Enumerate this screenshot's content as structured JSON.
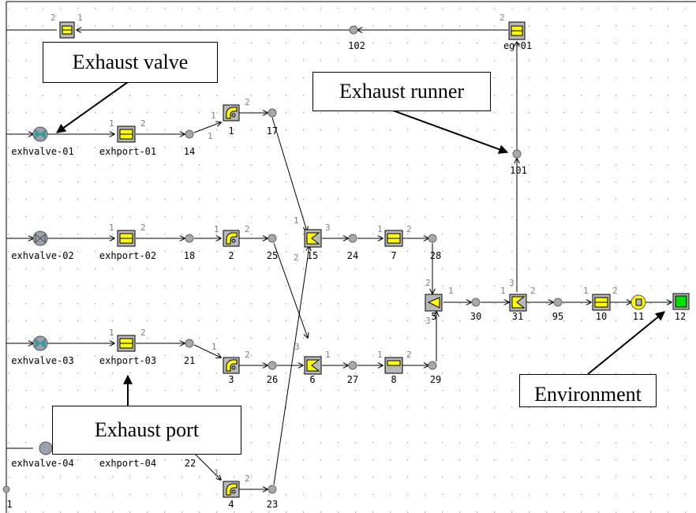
{
  "diagram": {
    "colors": {
      "background": "#ffffff",
      "grid_dot": "#9a9a9a",
      "component_yellow": "#ffff00",
      "component_gray": "#b8b8b8",
      "node_gray": "#a8a8a8",
      "valve_gray": "#9aa3ad",
      "valve_teal": "#2aa6a6",
      "environment_green": "#00e000",
      "port_number": "#808080",
      "line": "#000000"
    },
    "callouts": {
      "exhaust_valve": "Exhaust valve",
      "exhaust_runner": "Exhaust runner",
      "exhaust_port": "Exhaust port",
      "environment": "Environment"
    },
    "labels": {
      "exhvalve_01": "exhvalve-01",
      "exhvalve_02": "exhvalve-02",
      "exhvalve_03": "exhvalve-03",
      "exhvalve_04": "exhvalve-04",
      "exhport_01": "exhport-01",
      "exhport_02": "exhport-02",
      "exhport_03": "exhport-03",
      "exhport_04": "exhport-04",
      "egr01": "egr01",
      "n102": "102",
      "n101": "101",
      "n14": "14",
      "n1": "1",
      "n17": "17",
      "n18": "18",
      "n2": "2",
      "n25": "25",
      "n15": "15",
      "n24": "24",
      "n7": "7",
      "n28": "28",
      "n21": "21",
      "n3": "3",
      "n26": "26",
      "n6": "6",
      "n27": "27",
      "n8": "8",
      "n29": "29",
      "n22": "22",
      "n4": "4",
      "n23": "23",
      "n5": "5",
      "n30": "30",
      "n31": "31",
      "n95": "95",
      "n10": "10",
      "n11": "11",
      "n12": "12",
      "edge_1": "1"
    },
    "ports": {
      "p1": "1",
      "p2": "2",
      "p3": "3"
    }
  }
}
